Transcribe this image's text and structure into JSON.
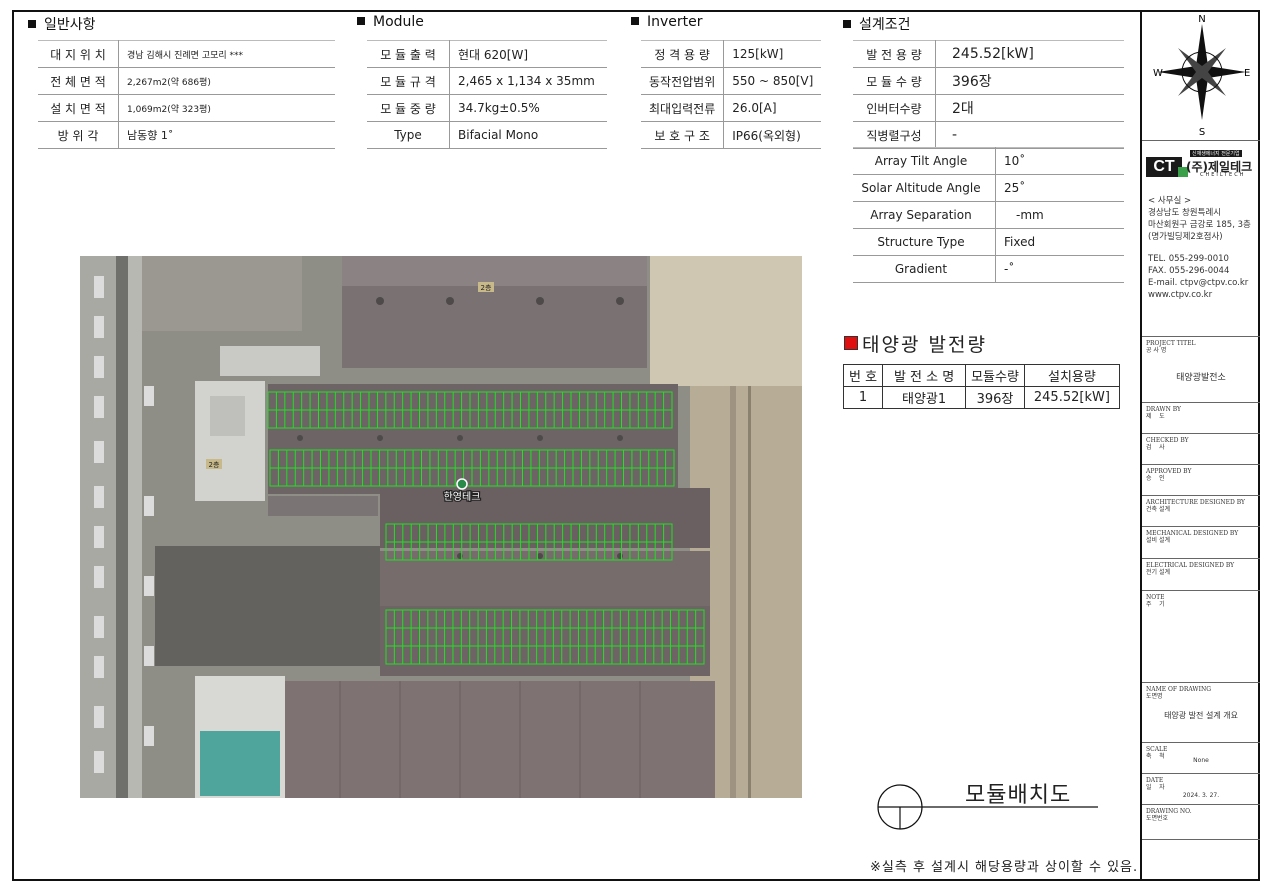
{
  "sections": {
    "general": {
      "title": "일반사항",
      "rows": [
        {
          "label": "대 지 위 치",
          "value": "경남 김해시 진례면 고모리 ***"
        },
        {
          "label": "전 체 면 적",
          "value": "2,267m2(약 686평)"
        },
        {
          "label": "설 치 면 적",
          "value": "1,069m2(약 323평)"
        },
        {
          "label": "방   위   각",
          "value": "남동향 1˚"
        }
      ]
    },
    "module": {
      "title": "Module",
      "rows": [
        {
          "label": "모 듈 출 력",
          "value": "현대 620[W]"
        },
        {
          "label": "모 듈 규 격",
          "value": "2,465 x 1,134 x 35mm"
        },
        {
          "label": "모 듈 중 량",
          "value": "34.7kg±0.5%"
        },
        {
          "label": "Type",
          "value": "Bifacial Mono"
        }
      ]
    },
    "inverter": {
      "title": "Inverter",
      "rows": [
        {
          "label": "정 격 용 량",
          "value": "125[kW]"
        },
        {
          "label": "동작전압범위",
          "value": "550 ~ 850[V]"
        },
        {
          "label": "최대입력전류",
          "value": "26.0[A]"
        },
        {
          "label": "보 호 구 조",
          "value": "IP66(옥외형)"
        }
      ]
    },
    "design": {
      "title": "설계조건",
      "rows": [
        {
          "label": "발 전 용 량",
          "value": "245.52[kW]"
        },
        {
          "label": "모 듈 수 량",
          "value": "396장"
        },
        {
          "label": "인버터수량",
          "value": "2대"
        },
        {
          "label": "직병렬구성",
          "value": "-"
        }
      ],
      "rows2": [
        {
          "label": "Array Tilt Angle",
          "value": "10˚"
        },
        {
          "label": "Solar Altitude Angle",
          "value": "25˚"
        },
        {
          "label": "Array Separation",
          "value": "-mm"
        },
        {
          "label": "Structure Type",
          "value": "Fixed"
        },
        {
          "label": "Gradient",
          "value": "-˚"
        }
      ]
    }
  },
  "map": {
    "label_building_top": "2층",
    "label_building_mid": "2층",
    "label_company": "한영테크"
  },
  "generation": {
    "title": "태양광 발전량",
    "headers": [
      "번 호",
      "발 전 소 명",
      "모듈수량",
      "설치용량"
    ],
    "rows": [
      [
        "1",
        "태양광1",
        "396장",
        "245.52[kW]"
      ]
    ]
  },
  "drawing_label": "모듈배치도",
  "footnote": "※실측 후 설계시 해당용량과 상이할 수 있음.",
  "titleblock": {
    "compass": {
      "n": "N",
      "s": "S",
      "e": "E",
      "w": "W"
    },
    "logo": {
      "mark": "CT",
      "name": "(주)제일테크",
      "sub": "CHEILTECH",
      "badge": "신재생에너지 전문기업"
    },
    "address_lines": [
      "< 사무실 >",
      "경상남도 창원특례시",
      "마산회원구 금강로 185, 3층",
      "(명가빌딩제2호점사)",
      "",
      "TEL. 055-299-0010",
      "FAX. 055-296-0044",
      "E-mail. ctpv@ctpv.co.kr",
      "www.ctpv.co.kr"
    ],
    "project_title_label": "PROJECT TITEL\n공 사 명",
    "project_title": "태양광발전소",
    "drawn_by": "DRAWN BY\n제    도",
    "checked_by": "CHECKED BY\n검    사",
    "approved_by": "APPROVED BY\n승    인",
    "arch": "ARCHITECTURE DESIGNED BY\n건축 설계",
    "mech": "MECHANICAL DESIGNED BY\n설비 설계",
    "elec": "ELECTRICAL DESIGNED BY\n전기 설계",
    "note": "NOTE\n주    기",
    "name_of_drawing_label": "NAME OF DRAWING\n도면명",
    "name_of_drawing": "태양광 발전 설계 개요",
    "scale_label": "SCALE\n축    척",
    "scale": "None",
    "date_label": "DATE\n일    자",
    "date": "2024. 3. 27.",
    "drawing_no_label": "DRAWING NO.\n도면번호"
  }
}
